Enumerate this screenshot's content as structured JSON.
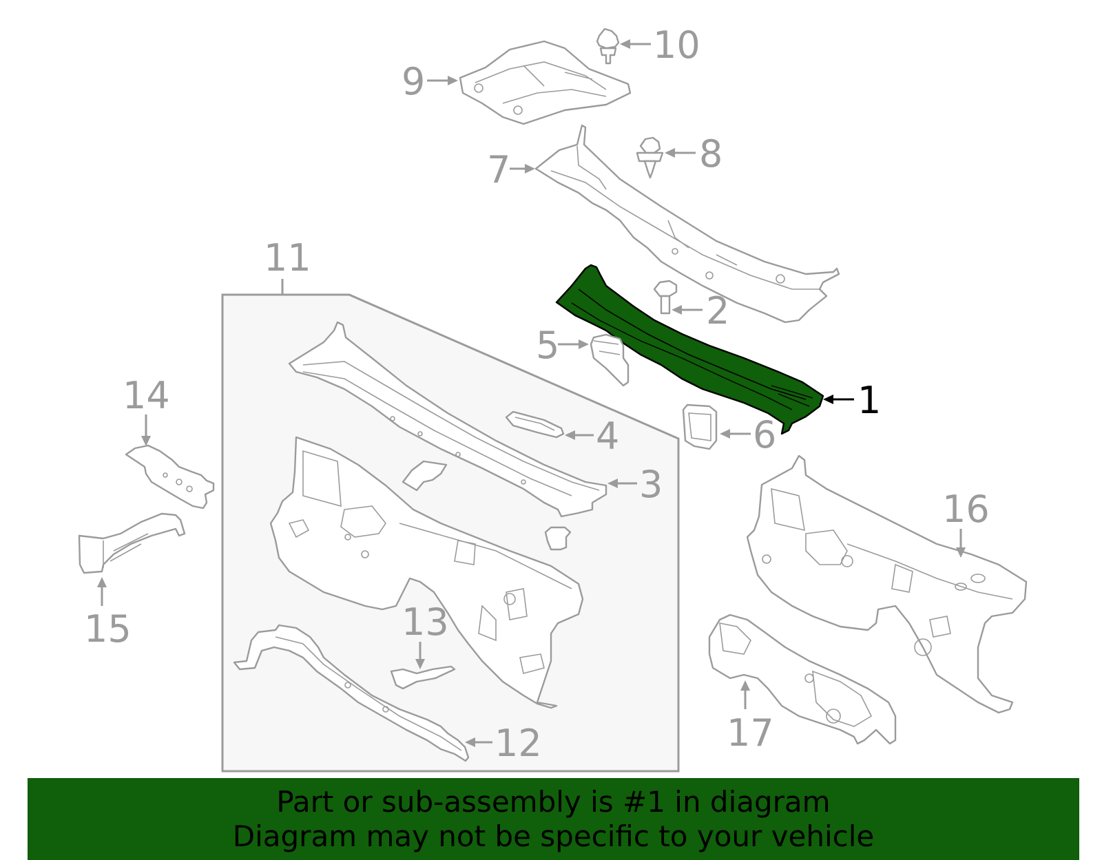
{
  "colors": {
    "highlight": "#105f0a",
    "line": "#9b9b9b",
    "active_label": "#000000",
    "group_box_fill": "#f7f7f7"
  },
  "highlighted_part": "1",
  "callouts": [
    {
      "id": "1",
      "label": "1"
    },
    {
      "id": "2",
      "label": "2"
    },
    {
      "id": "3",
      "label": "3"
    },
    {
      "id": "4",
      "label": "4"
    },
    {
      "id": "5",
      "label": "5"
    },
    {
      "id": "6",
      "label": "6"
    },
    {
      "id": "7",
      "label": "7"
    },
    {
      "id": "8",
      "label": "8"
    },
    {
      "id": "9",
      "label": "9"
    },
    {
      "id": "10",
      "label": "10"
    },
    {
      "id": "11",
      "label": "11"
    },
    {
      "id": "12",
      "label": "12"
    },
    {
      "id": "13",
      "label": "13"
    },
    {
      "id": "14",
      "label": "14"
    },
    {
      "id": "15",
      "label": "15"
    },
    {
      "id": "16",
      "label": "16"
    },
    {
      "id": "17",
      "label": "17"
    }
  ],
  "banner": {
    "line1": "Part or sub-assembly is #1 in diagram",
    "line2": "Diagram may not be specific to your vehicle"
  }
}
